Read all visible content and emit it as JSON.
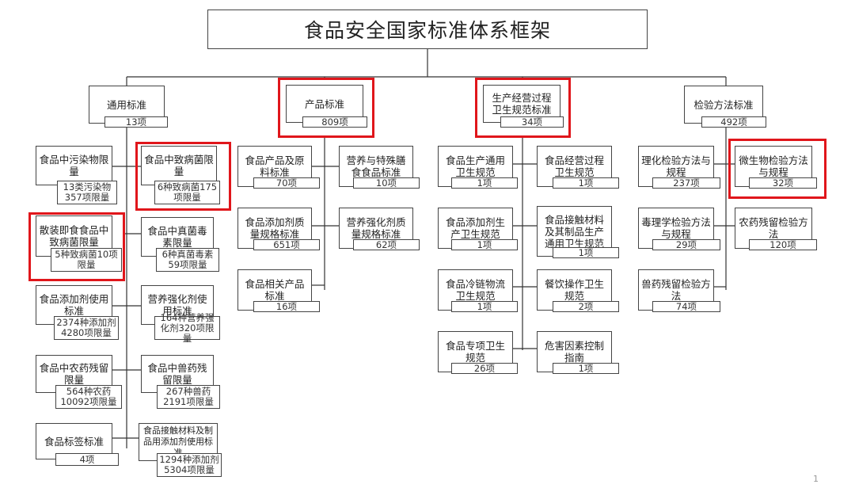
{
  "title": "食品安全国家标准体系框架",
  "page_number": "1",
  "highlight_color": "#e0161b",
  "categories": [
    {
      "name": "通用标准",
      "count": "13项"
    },
    {
      "name": "产品标准",
      "count": "809项"
    },
    {
      "name": "生产经营过程卫生规范标准",
      "count": "34项"
    },
    {
      "name": "检验方法标准",
      "count": "492项"
    }
  ],
  "general": [
    {
      "name": "食品中污染物限量",
      "count": "13类污染物357项限量"
    },
    {
      "name": "食品中致病菌限量",
      "count": "6种致病菌175项限量"
    },
    {
      "name": "散装即食食品中致病菌限量",
      "count": "5种致病菌10项限量"
    },
    {
      "name": "食品中真菌毒素限量",
      "count": "6种真菌毒素59项限量"
    },
    {
      "name": "食品添加剂使用标准",
      "count": "2374种添加剂4280项限量"
    },
    {
      "name": "营养强化剂使用标准",
      "count": "164种营养强化剂320项限量"
    },
    {
      "name": "食品中农药残留限量",
      "count": "564种农药10092项限量"
    },
    {
      "name": "食品中兽药残留限量",
      "count": "267种兽药2191项限量"
    },
    {
      "name": "食品标签标准",
      "count": "4项"
    },
    {
      "name": "食品接触材料及制品用添加剂使用标准",
      "count": "1294种添加剂5304项限量"
    }
  ],
  "product": [
    {
      "name": "食品产品及原料标准",
      "count": "70项"
    },
    {
      "name": "营养与特殊膳食食品标准",
      "count": "10项"
    },
    {
      "name": "食品添加剂质量规格标准",
      "count": "651项"
    },
    {
      "name": "营养强化剂质量规格标准",
      "count": "62项"
    },
    {
      "name": "食品相关产品标准",
      "count": "16项"
    }
  ],
  "process": [
    {
      "name": "食品生产通用卫生规范",
      "count": "1项"
    },
    {
      "name": "食品经营过程卫生规范",
      "count": "1项"
    },
    {
      "name": "食品添加剂生产卫生规范",
      "count": "1项"
    },
    {
      "name": "食品接触材料及其制品生产通用卫生规范",
      "count": "1项"
    },
    {
      "name": "食品冷链物流卫生规范",
      "count": "1项"
    },
    {
      "name": "餐饮操作卫生规范",
      "count": "2项"
    },
    {
      "name": "食品专项卫生规范",
      "count": "26项"
    },
    {
      "name": "危害因素控制指南",
      "count": "1项"
    }
  ],
  "testing": [
    {
      "name": "理化检验方法与规程",
      "count": "237项"
    },
    {
      "name": "微生物检验方法与规程",
      "count": "32项"
    },
    {
      "name": "毒理学检验方法与规程",
      "count": "29项"
    },
    {
      "name": "农药残留检验方法",
      "count": "120项"
    },
    {
      "name": "兽药残留检验方法",
      "count": "74项"
    }
  ]
}
